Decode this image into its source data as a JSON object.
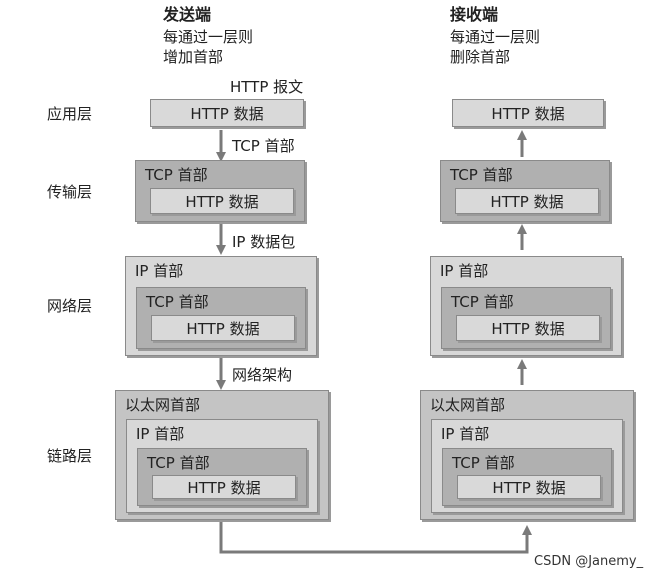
{
  "sender": {
    "title": "发送端",
    "line1": "每通过一层则",
    "line2": "增加首部"
  },
  "receiver": {
    "title": "接收端",
    "line1": "每通过一层则",
    "line2": "删除首部"
  },
  "layers": {
    "application": "应用层",
    "transport": "传输层",
    "network": "网络层",
    "link": "链路层"
  },
  "annotations": {
    "http_message": "HTTP 报文",
    "tcp_header": "TCP 首部",
    "ip_packet": "IP 数据包",
    "network_frame": "网络架构"
  },
  "boxes": {
    "http_data": "HTTP 数据",
    "tcp_header": "TCP 首部",
    "ip_header": "IP 首部",
    "ethernet_header": "以太网首部"
  },
  "watermark": "CSDN @Janemy_",
  "colors": {
    "arrow": "#7a7a7a"
  }
}
